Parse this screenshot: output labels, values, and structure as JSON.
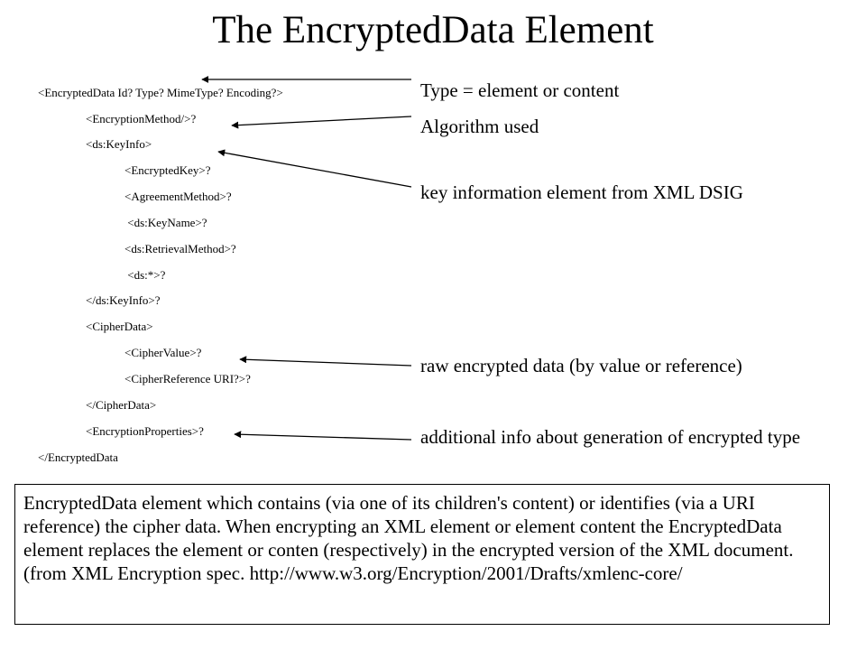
{
  "title": "The EncryptedData Element",
  "code_lines": [
    "<EncryptedData Id? Type? MimeType? Encoding?>",
    "<EncryptionMethod/>?",
    "<ds:KeyInfo>",
    "<EncryptedKey>?",
    "<AgreementMethod>?",
    " <ds:KeyName>?",
    "<ds:RetrievalMethod>?",
    " <ds:*>?",
    "</ds:KeyInfo>?",
    "<CipherData>",
    "<CipherValue>?",
    "<CipherReference URI?>?",
    "</CipherData>",
    "<EncryptionProperties>?",
    "</EncryptedData"
  ],
  "annotations": [
    "Type = element or content",
    "Algorithm used",
    "key information element from XML DSIG",
    "raw encrypted data (by value or reference)",
    "additional info about generation of encrypted type"
  ],
  "description": "EncryptedData element which contains (via one of its children's content) or identifies (via a URI reference) the cipher data. When encrypting an XML element or element content the EncryptedData element replaces the element or conten (respectively) in the encrypted version of the XML document. (from XML Encryption spec. http://www.w3.org/Encryption/2001/Drafts/xmlenc-core/"
}
